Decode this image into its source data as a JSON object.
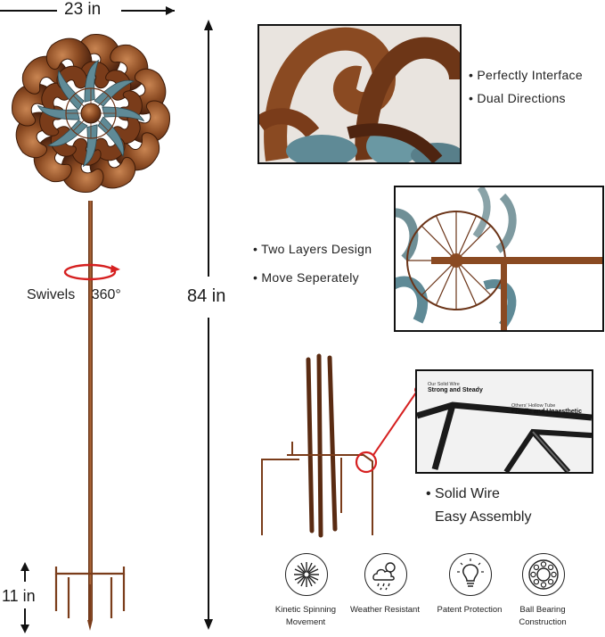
{
  "dimensions": {
    "width_label": "23 in",
    "height_label": "84 in",
    "stake_label": "11 in",
    "swivel_word": "Swivels",
    "swivel_degrees": "360°"
  },
  "features": {
    "interface": [
      "Perfectly Interface",
      "Dual Directions"
    ],
    "layers": [
      "Two Layers Design",
      "Move Seperately"
    ],
    "wire": [
      "Solid Wire",
      "Easy Assembly"
    ]
  },
  "wire_comparison": {
    "solid_small": "Our Solid Wire",
    "solid_bold": "Strong and Steady",
    "hollow_small": "Others' Hollow Tube",
    "hollow_bold": "Fragile and Unaesthetic"
  },
  "icons": [
    {
      "icon": "starburst-icon",
      "label_1": "Kinetic Spinning",
      "label_2": "Movement"
    },
    {
      "icon": "cloud-rain-icon",
      "label_1": "Weather Resistant",
      "label_2": ""
    },
    {
      "icon": "lightbulb-icon",
      "label_1": "Patent Protection",
      "label_2": ""
    },
    {
      "icon": "ball-bearing-icon",
      "label_1": "Ball Bearing",
      "label_2": "Construction"
    }
  ],
  "colors": {
    "copper": "#8a4a22",
    "patina": "#5f8a96",
    "accent_red": "#d62020"
  }
}
